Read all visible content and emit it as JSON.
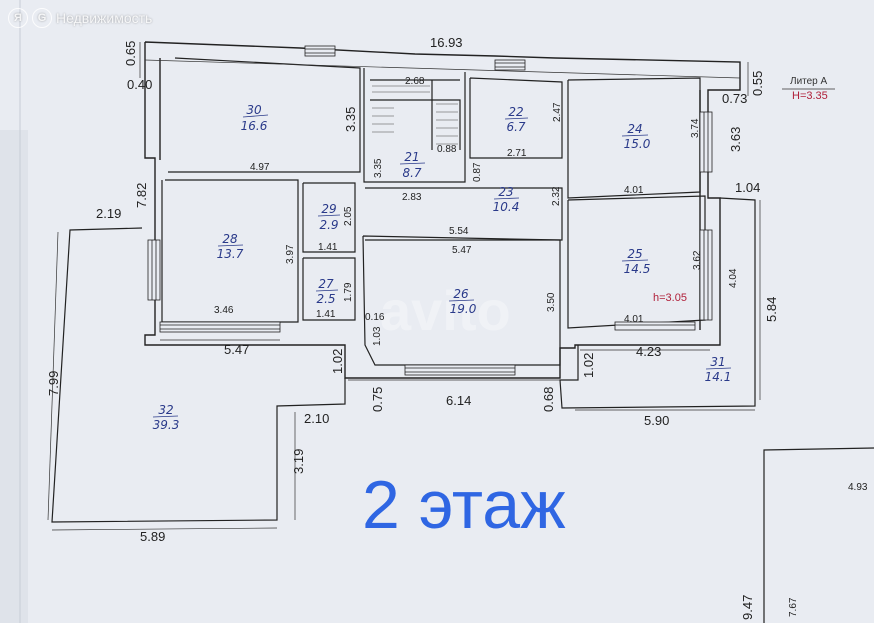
{
  "watermark": {
    "logo_glyph_1": "Я",
    "logo_glyph_2": "G",
    "brand": "Недвижимость"
  },
  "floor_label": "2 этаж",
  "litera": {
    "title": "Литер А",
    "height": "Н=3.35"
  },
  "room_height_note": "h=3.05",
  "rooms": [
    {
      "id": "30",
      "number": "30",
      "area": "16.6"
    },
    {
      "id": "21",
      "number": "21",
      "area": "8.7"
    },
    {
      "id": "22",
      "number": "22",
      "area": "6.7"
    },
    {
      "id": "24",
      "number": "24",
      "area": "15.0"
    },
    {
      "id": "29",
      "number": "29",
      "area": "2.9"
    },
    {
      "id": "28",
      "number": "28",
      "area": "13.7"
    },
    {
      "id": "23",
      "number": "23",
      "area": "10.4"
    },
    {
      "id": "25",
      "number": "25",
      "area": "14.5"
    },
    {
      "id": "27",
      "number": "27",
      "area": "2.5"
    },
    {
      "id": "26",
      "number": "26",
      "area": "19.0"
    },
    {
      "id": "31",
      "number": "31",
      "area": "14.1"
    },
    {
      "id": "32",
      "number": "32",
      "area": "39.3"
    }
  ],
  "dimensions": [
    {
      "id": "d-16-93",
      "text": "16.93"
    },
    {
      "id": "d-0-65",
      "text": "0.65"
    },
    {
      "id": "d-0-40",
      "text": "0.40"
    },
    {
      "id": "d-2-68",
      "text": "2.68"
    },
    {
      "id": "d-3-35a",
      "text": "3.35"
    },
    {
      "id": "d-4-97",
      "text": "4.97"
    },
    {
      "id": "d-3-35b",
      "text": "3.35"
    },
    {
      "id": "d-0-88",
      "text": "0.88"
    },
    {
      "id": "d-2-47",
      "text": "2.47"
    },
    {
      "id": "d-2-71",
      "text": "2.71"
    },
    {
      "id": "d-0-87",
      "text": "0.87"
    },
    {
      "id": "d-3-74",
      "text": "3.74"
    },
    {
      "id": "d-3-63",
      "text": "3.63"
    },
    {
      "id": "d-0-73",
      "text": "0.73"
    },
    {
      "id": "d-0-55",
      "text": "0.55"
    },
    {
      "id": "d-7-82",
      "text": "7.82"
    },
    {
      "id": "d-2-19",
      "text": "2.19"
    },
    {
      "id": "d-2-83",
      "text": "2.83"
    },
    {
      "id": "d-2-32",
      "text": "2.32"
    },
    {
      "id": "d-4-01a",
      "text": "4.01"
    },
    {
      "id": "d-1-04",
      "text": "1.04"
    },
    {
      "id": "d-2-05",
      "text": "2.05"
    },
    {
      "id": "d-3-97",
      "text": "3.97"
    },
    {
      "id": "d-1-41a",
      "text": "1.41"
    },
    {
      "id": "d-5-54",
      "text": "5.54"
    },
    {
      "id": "d-5-47a",
      "text": "5.47"
    },
    {
      "id": "d-3-62",
      "text": "3.62"
    },
    {
      "id": "d-4-04",
      "text": "4.04"
    },
    {
      "id": "d-1-79",
      "text": "1.79"
    },
    {
      "id": "d-3-50",
      "text": "3.50"
    },
    {
      "id": "d-5-84",
      "text": "5.84"
    },
    {
      "id": "d-3-46",
      "text": "3.46"
    },
    {
      "id": "d-1-41b",
      "text": "1.41"
    },
    {
      "id": "d-0-16",
      "text": "0.16"
    },
    {
      "id": "d-4-01b",
      "text": "4.01"
    },
    {
      "id": "d-1-03",
      "text": "1.03"
    },
    {
      "id": "d-5-47b",
      "text": "5.47"
    },
    {
      "id": "d-1-02a",
      "text": "1.02"
    },
    {
      "id": "d-1-02b",
      "text": "1.02"
    },
    {
      "id": "d-4-23",
      "text": "4.23"
    },
    {
      "id": "d-7-99",
      "text": "7.99"
    },
    {
      "id": "d-0-75",
      "text": "0.75"
    },
    {
      "id": "d-6-14",
      "text": "6.14"
    },
    {
      "id": "d-0-68",
      "text": "0.68"
    },
    {
      "id": "d-2-10",
      "text": "2.10"
    },
    {
      "id": "d-5-90",
      "text": "5.90"
    },
    {
      "id": "d-3-19",
      "text": "3.19"
    },
    {
      "id": "d-5-89",
      "text": "5.89"
    },
    {
      "id": "d-4-93",
      "text": "4.93"
    },
    {
      "id": "d-9-47",
      "text": "9.47"
    },
    {
      "id": "d-7-67",
      "text": "7.67"
    }
  ]
}
